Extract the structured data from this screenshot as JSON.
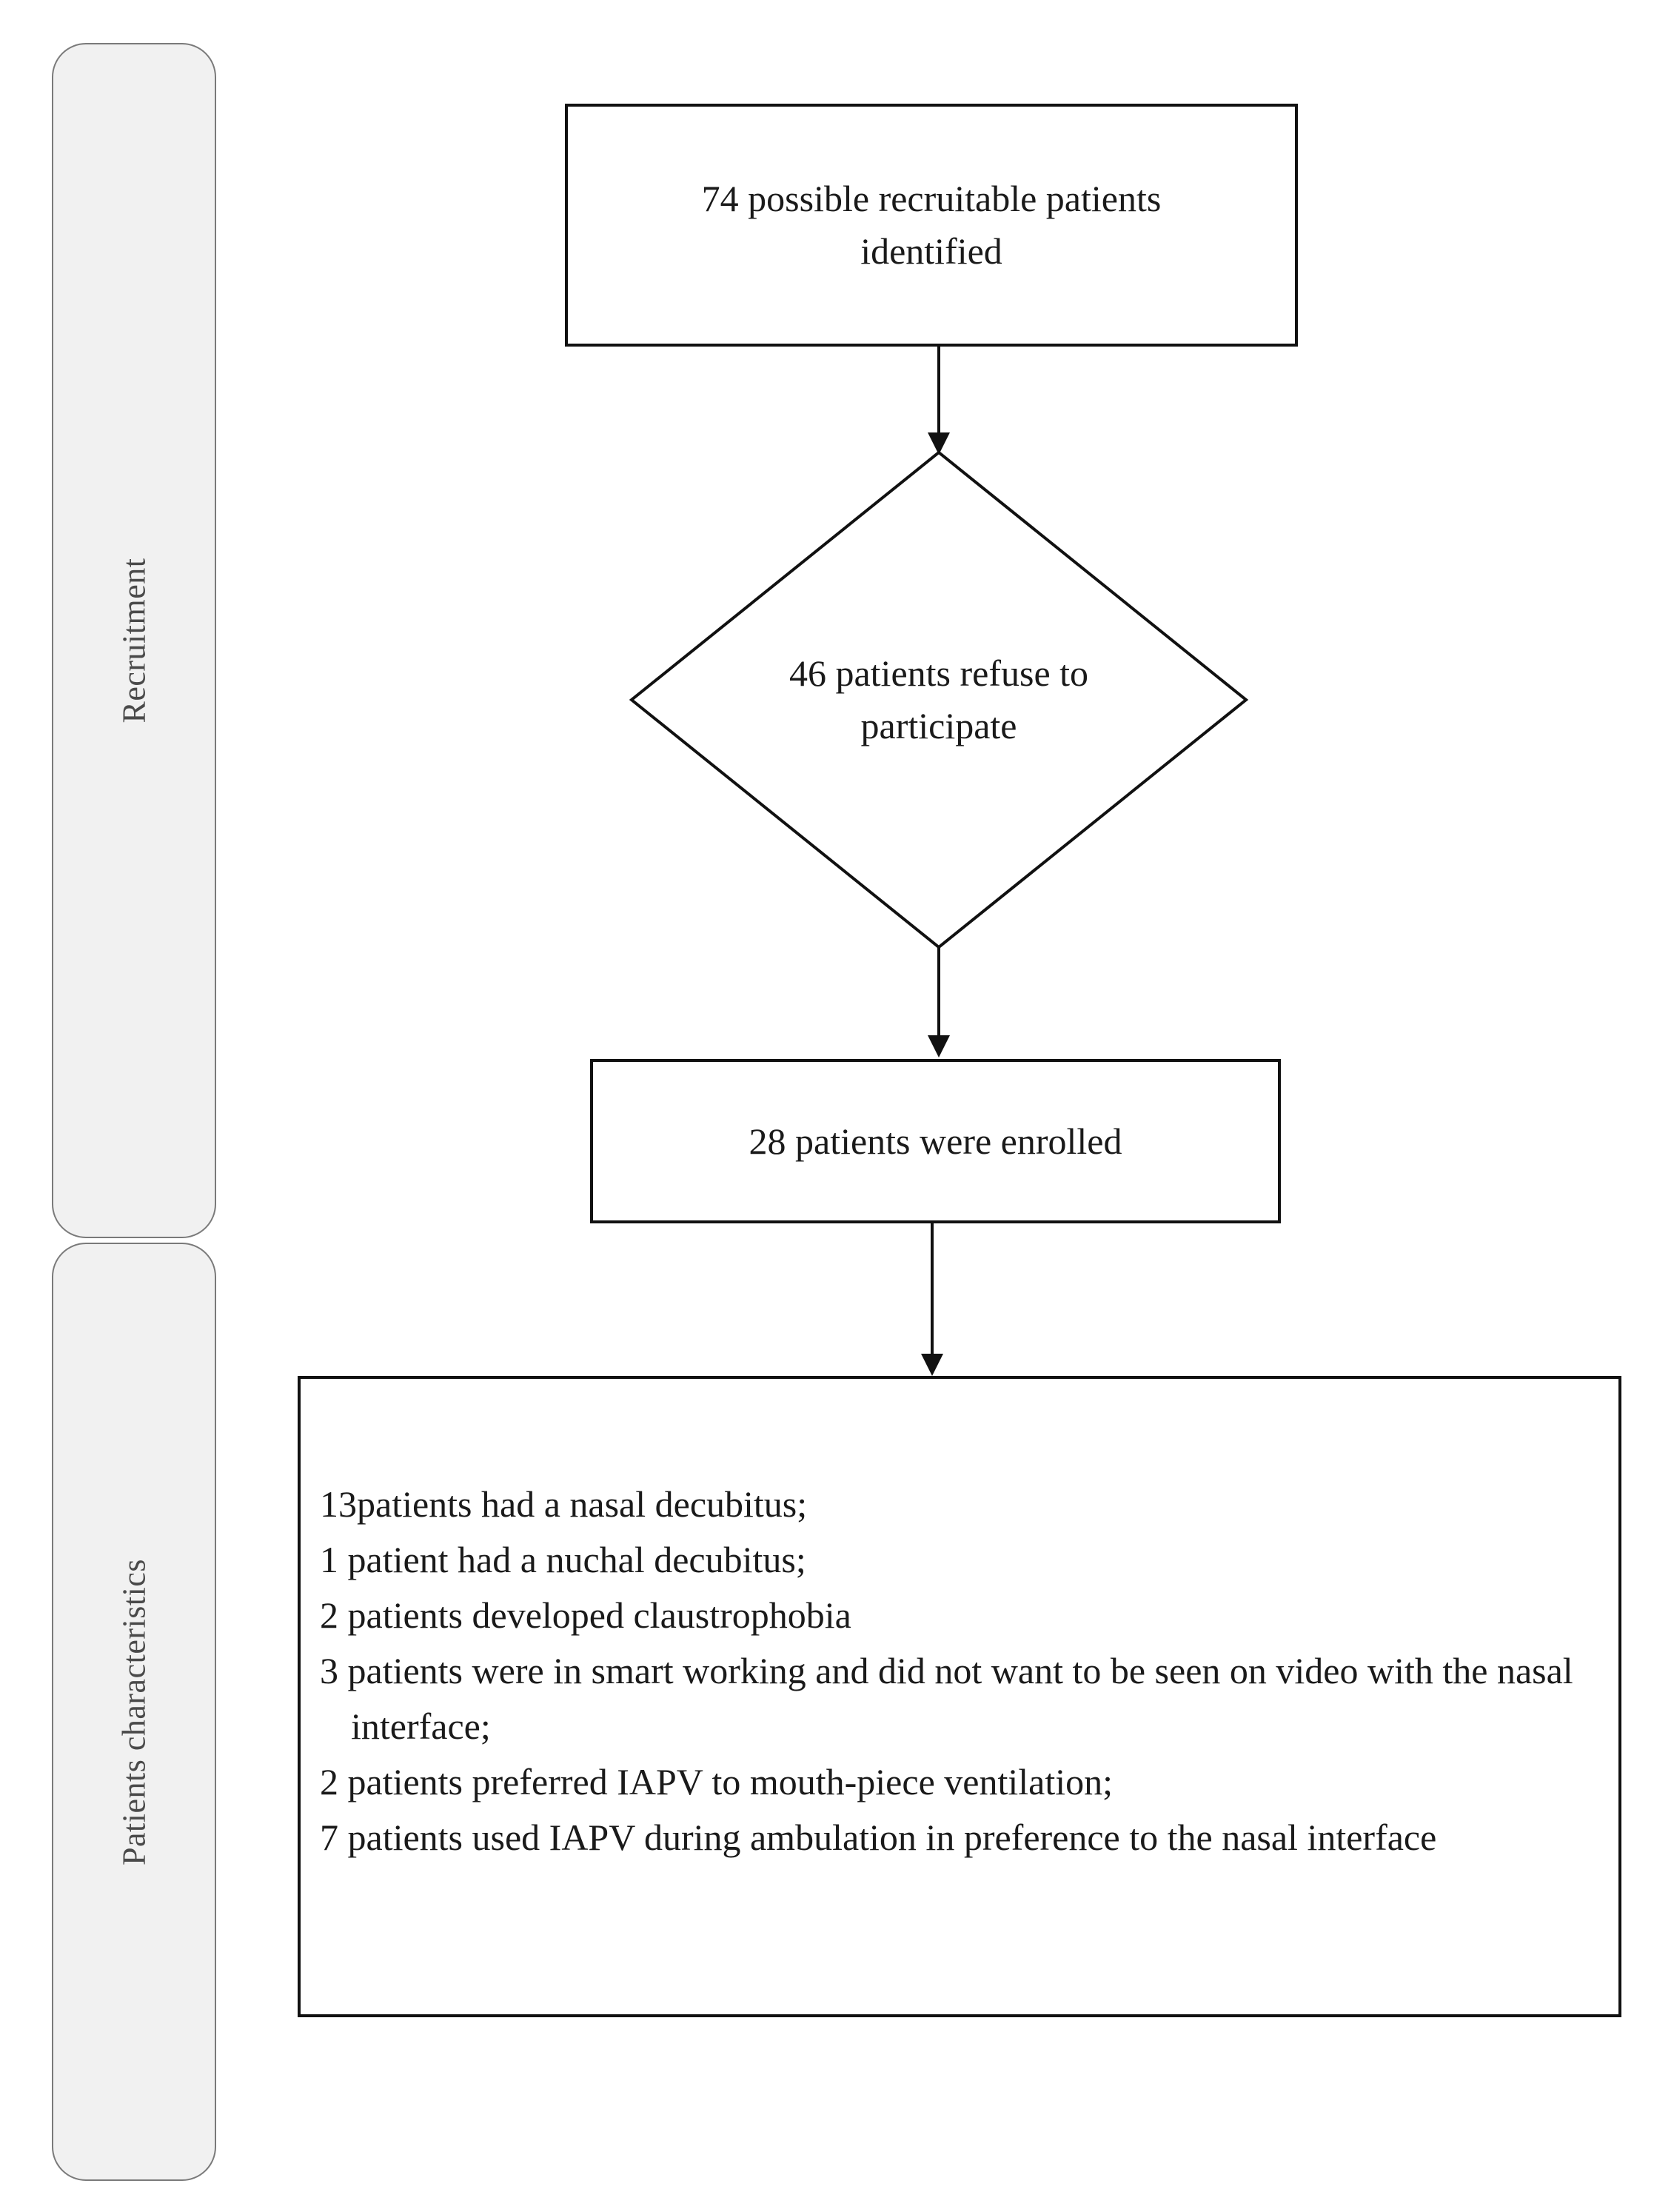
{
  "figure": {
    "type": "study-flow-diagram",
    "phases": [
      {
        "label": "Recruitment"
      },
      {
        "label": "Patients characteristics"
      }
    ],
    "nodes": {
      "identified": {
        "shape": "rectangle",
        "line1": "74 possible recruitable patients",
        "line2": "identified"
      },
      "refused": {
        "shape": "diamond",
        "line1": "46 patients refuse to",
        "line2": "participate"
      },
      "enrolled": {
        "shape": "rectangle",
        "text": "28 patients were enrolled"
      },
      "characteristics": {
        "shape": "rectangle",
        "lines": [
          "13patients had a nasal decubitus;",
          "1 patient had a nuchal decubitus;",
          "2 patients developed claustrophobia",
          "3 patients were in smart working and did not want to be seen on video with the nasal interface;",
          "2 patients preferred IAPV to mouth-piece ventilation;",
          "7 patients used IAPV during ambulation in preference to the nasal interface"
        ]
      }
    },
    "colors": {
      "box_stroke": "#111111",
      "panel_fill": "#f1f1f1",
      "panel_stroke": "#7a7a7a",
      "text": "#1a1a1a",
      "panel_label_text": "#4a4a4a"
    }
  }
}
